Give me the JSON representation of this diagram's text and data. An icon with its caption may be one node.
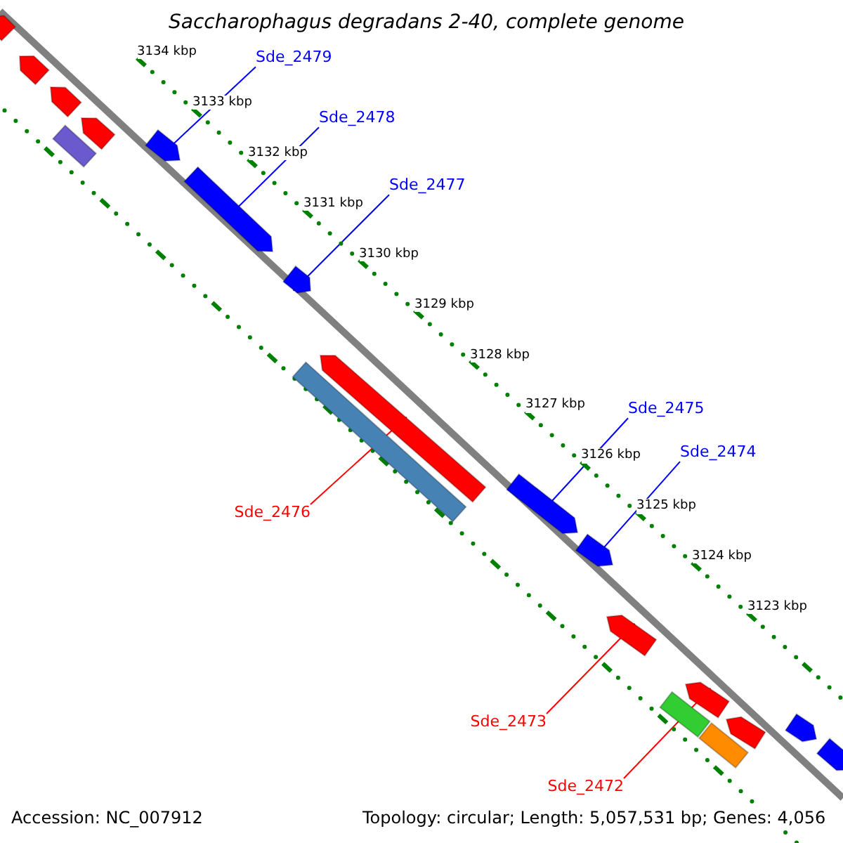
{
  "diagram": {
    "title": "Saccharophagus degradans 2-40, complete genome",
    "nodes": [
      {
        "text": [
          "Sde_2479"
        ]
      },
      {
        "text": [],
        "shape": "arrow"
      },
      {
        "text": [
          "Sde_2478"
        ]
      },
      {
        "text": [],
        "shape": "arrow"
      },
      {
        "text": [
          "Sde_2477"
        ]
      },
      {
        "text": [],
        "shape": "arrow"
      },
      {
        "text": [
          "Sde_2475"
        ]
      },
      {
        "text": [],
        "shape": "arrow"
      },
      {
        "text": [
          "Sde_2474"
        ]
      },
      {
        "text": [],
        "shape": "arrow"
      },
      {
        "text": [
          "Sde_2476"
        ]
      },
      {
        "text": [],
        "shape": "arrow"
      },
      {
        "text": [
          "Sde_2473"
        ]
      },
      {
        "text": [],
        "shape": "arrow"
      },
      {
        "text": [
          "Sde_2472"
        ]
      },
      {
        "text": [],
        "shape": "arrow"
      },
      {
        "text": [],
        "shape": "arrow"
      },
      {
        "text": [],
        "shape": "arrow"
      },
      {
        "text": [],
        "shape": "arrow"
      },
      {
        "text": [],
        "shape": "arrow"
      },
      {
        "text": [],
        "shape": "bar"
      },
      {
        "text": [],
        "shape": "bar"
      },
      {
        "text": [],
        "shape": "arrow"
      },
      {
        "text": [],
        "shape": "bar"
      },
      {
        "text": [],
        "shape": "bar"
      },
      {
        "text": [],
        "shape": "arrow"
      },
      {
        "text": [],
        "shape": "arrow"
      }
    ],
    "edges": [
      {
        "from": 0,
        "to": 1,
        "arrow": "none"
      },
      {
        "from": 2,
        "to": 3,
        "arrow": "none"
      },
      {
        "from": 4,
        "to": 5,
        "arrow": "none"
      },
      {
        "from": 6,
        "to": 7,
        "arrow": "none"
      },
      {
        "from": 8,
        "to": 9,
        "arrow": "none"
      },
      {
        "from": 10,
        "to": 11,
        "arrow": "none",
        "color": "#ff0000"
      },
      {
        "from": 12,
        "to": 13,
        "arrow": "none",
        "color": "#ff0000"
      },
      {
        "from": 14,
        "to": 15,
        "arrow": "none",
        "color": "#ff0000"
      }
    ],
    "labels": [
      "3134 kbp",
      "3133 kbp",
      "3132 kbp",
      "3131 kbp",
      "3130 kbp",
      "3129 kbp",
      "3128 kbp",
      "3127 kbp",
      "3126 kbp",
      "3125 kbp",
      "3124 kbp",
      "3123 kbp",
      "Accession: NC_007912",
      "Topology: circular; Length: 5,057,531 bp; Genes: 4,056"
    ]
  }
}
